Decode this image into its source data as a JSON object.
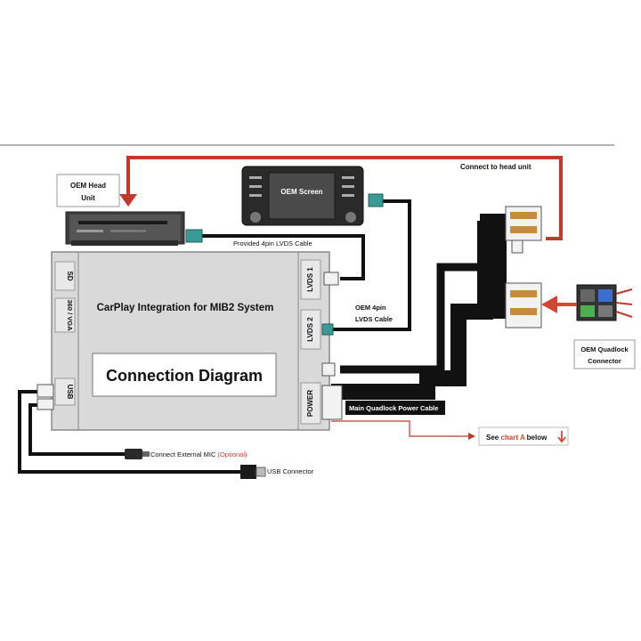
{
  "labels": {
    "oem_head_unit_line1": "OEM Head",
    "oem_head_unit_line2": "Unit",
    "oem_screen": "OEM Screen",
    "connect_to_head_unit": "Connect to head unit",
    "provided_lvds_cable": "Provided 4pin LVDS Cable",
    "oem_4pin_line1": "OEM 4pin",
    "oem_4pin_line2": "LVDS Cable",
    "main_title": "CarPlay Integration for MIB2 System",
    "connection_diagram": "Connection Diagram",
    "port_sd": "SD",
    "port_360_vga": "360 / VGA",
    "port_usb": "USB",
    "port_lvds1": "LVDS 1",
    "port_lvds2": "LVDS 2",
    "port_power": "POWER",
    "main_quadlock_cable": "Main Quadlock Power Cable",
    "oem_quadlock_line1": "OEM Quadlock",
    "oem_quadlock_line2": "Connector",
    "see_prefix": "See ",
    "see_chart": "chart A",
    "see_suffix": " below",
    "ext_mic_prefix": "Connect External MIC ",
    "ext_mic_optional": "(Optional)",
    "usb_connector": "USB Connector"
  },
  "colors": {
    "cable": "#111111",
    "red_line": "#c0392b",
    "arrow_red": "#d64532",
    "box_fill": "#d9d9d9",
    "box_stroke": "#8a8a8a",
    "lvds_connector": "#3a9a96",
    "optional_text": "#d9342b"
  },
  "icons": {
    "head_unit": "dvd-head-unit-icon",
    "screen": "oem-screen-icon",
    "quadlock": "quadlock-connector-icon",
    "mic": "mic-jack-icon",
    "usb": "usb-plug-icon"
  }
}
